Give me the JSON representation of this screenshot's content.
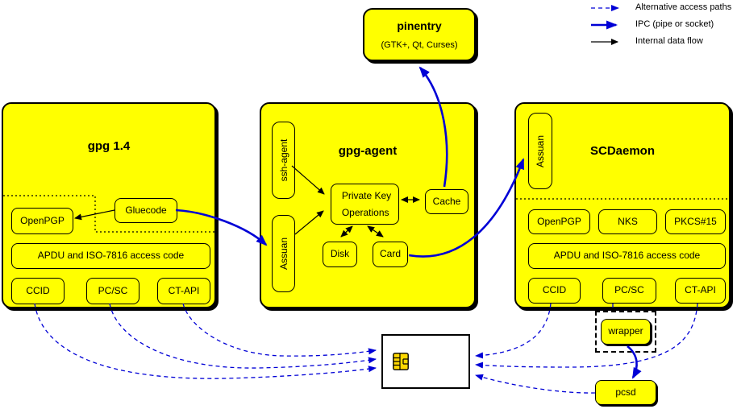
{
  "legend": {
    "items": [
      {
        "label": "Alternative access paths",
        "style": "dashed-blue"
      },
      {
        "label": "IPC (pipe or socket)",
        "style": "solid-blue-thick"
      },
      {
        "label": "Internal data flow",
        "style": "solid-black-thin"
      }
    ]
  },
  "pinentry": {
    "title": "pinentry",
    "subtitle": "(GTK+, Qt, Curses)"
  },
  "gpg14": {
    "title": "gpg 1.4",
    "openpgp": "OpenPGP",
    "gluecode": "Gluecode",
    "apdu": "APDU and ISO-7816 access code",
    "ccid": "CCID",
    "pcsc": "PC/SC",
    "ctapi": "CT-API"
  },
  "gpg_agent": {
    "title": "gpg-agent",
    "ssh_agent": "ssh-agent",
    "assuan": "Assuan",
    "private_key_line1": "Private Key",
    "private_key_line2": "Operations",
    "cache": "Cache",
    "disk": "Disk",
    "card": "Card"
  },
  "scdaemon": {
    "title": "SCDaemon",
    "assuan": "Assuan",
    "openpgp": "OpenPGP",
    "nks": "NKS",
    "pkcs15": "PKCS#15",
    "apdu": "APDU and ISO-7816 access code",
    "ccid": "CCID",
    "pcsc": "PC/SC",
    "ctapi": "CT-API"
  },
  "peripherals": {
    "wrapper": "wrapper",
    "pcsd": "pcsd",
    "smartcard_icon": "smartcard-chip-icon"
  },
  "colors": {
    "node_fill": "#ffff00",
    "ipc_blue": "#0000d6",
    "alt_path_blue": "#0000d6",
    "internal_flow": "#000000",
    "card_fill": "#ffffff"
  }
}
